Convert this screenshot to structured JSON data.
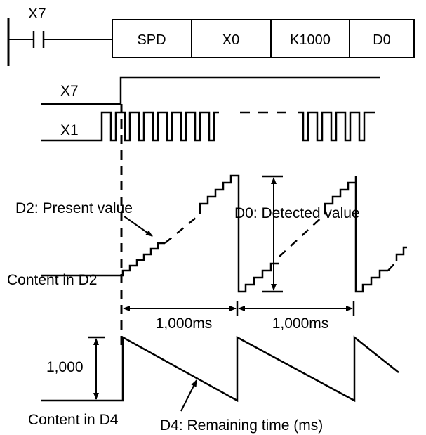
{
  "ladder": {
    "contact_label": "X7",
    "instruction": "SPD",
    "operands": [
      "X0",
      "K1000",
      "D0"
    ]
  },
  "timing": {
    "x7_label": "X7",
    "x1_label": "X1"
  },
  "d2": {
    "present_value_label": "D2: Present value",
    "detected_value_label": "D0: Detected value",
    "content_label": "Content in D2"
  },
  "intervals": {
    "first": "1,000ms",
    "second": "1,000ms"
  },
  "d4": {
    "value_label": "1,000",
    "content_label": "Content in D4",
    "remaining_label": "D4: Remaining time (ms)"
  }
}
